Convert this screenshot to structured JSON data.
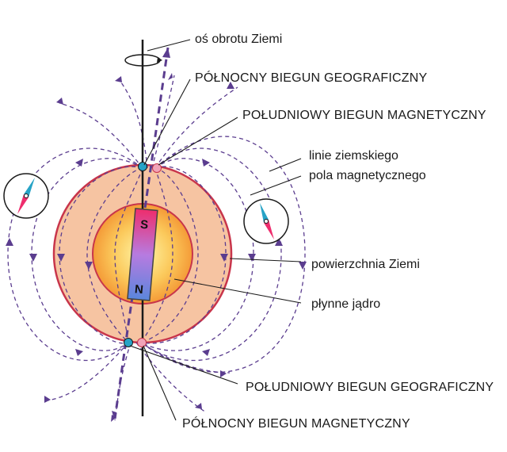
{
  "labels": {
    "rotation_axis": "oś obrotu Ziemi",
    "north_geographic": "PÓŁNOCNY BIEGUN GEOGRAFICZNY",
    "south_magnetic": "POŁUDNIOWY BIEGUN MAGNETYCZNY",
    "field_lines_1": "linie ziemskiego",
    "field_lines_2": "pola magnetycznego",
    "surface": "powierzchnia Ziemi",
    "core": "płynne jądro",
    "south_geographic": "POŁUDNIOWY BIEGUN GEOGRAFICZNY",
    "north_magnetic": "PÓŁNOCNY BIEGUN MAGNETYCZNY"
  },
  "magnet": {
    "top_letter": "S",
    "bottom_letter": "N"
  },
  "colors": {
    "field_line": "#5b3d8f",
    "earth_fill": "#f6c4a2",
    "earth_stroke": "#c8354b",
    "core_center": "#fff3a0",
    "core_edge": "#f6a23a",
    "magnet_top": "#ee2d6d",
    "magnet_bottom": "#5a86dc",
    "geo_pole": "#27a3c6",
    "mag_pole": "#f0a3b8"
  },
  "icons": [
    "compass-left-icon",
    "compass-right-icon",
    "rotation-arrow-icon"
  ]
}
